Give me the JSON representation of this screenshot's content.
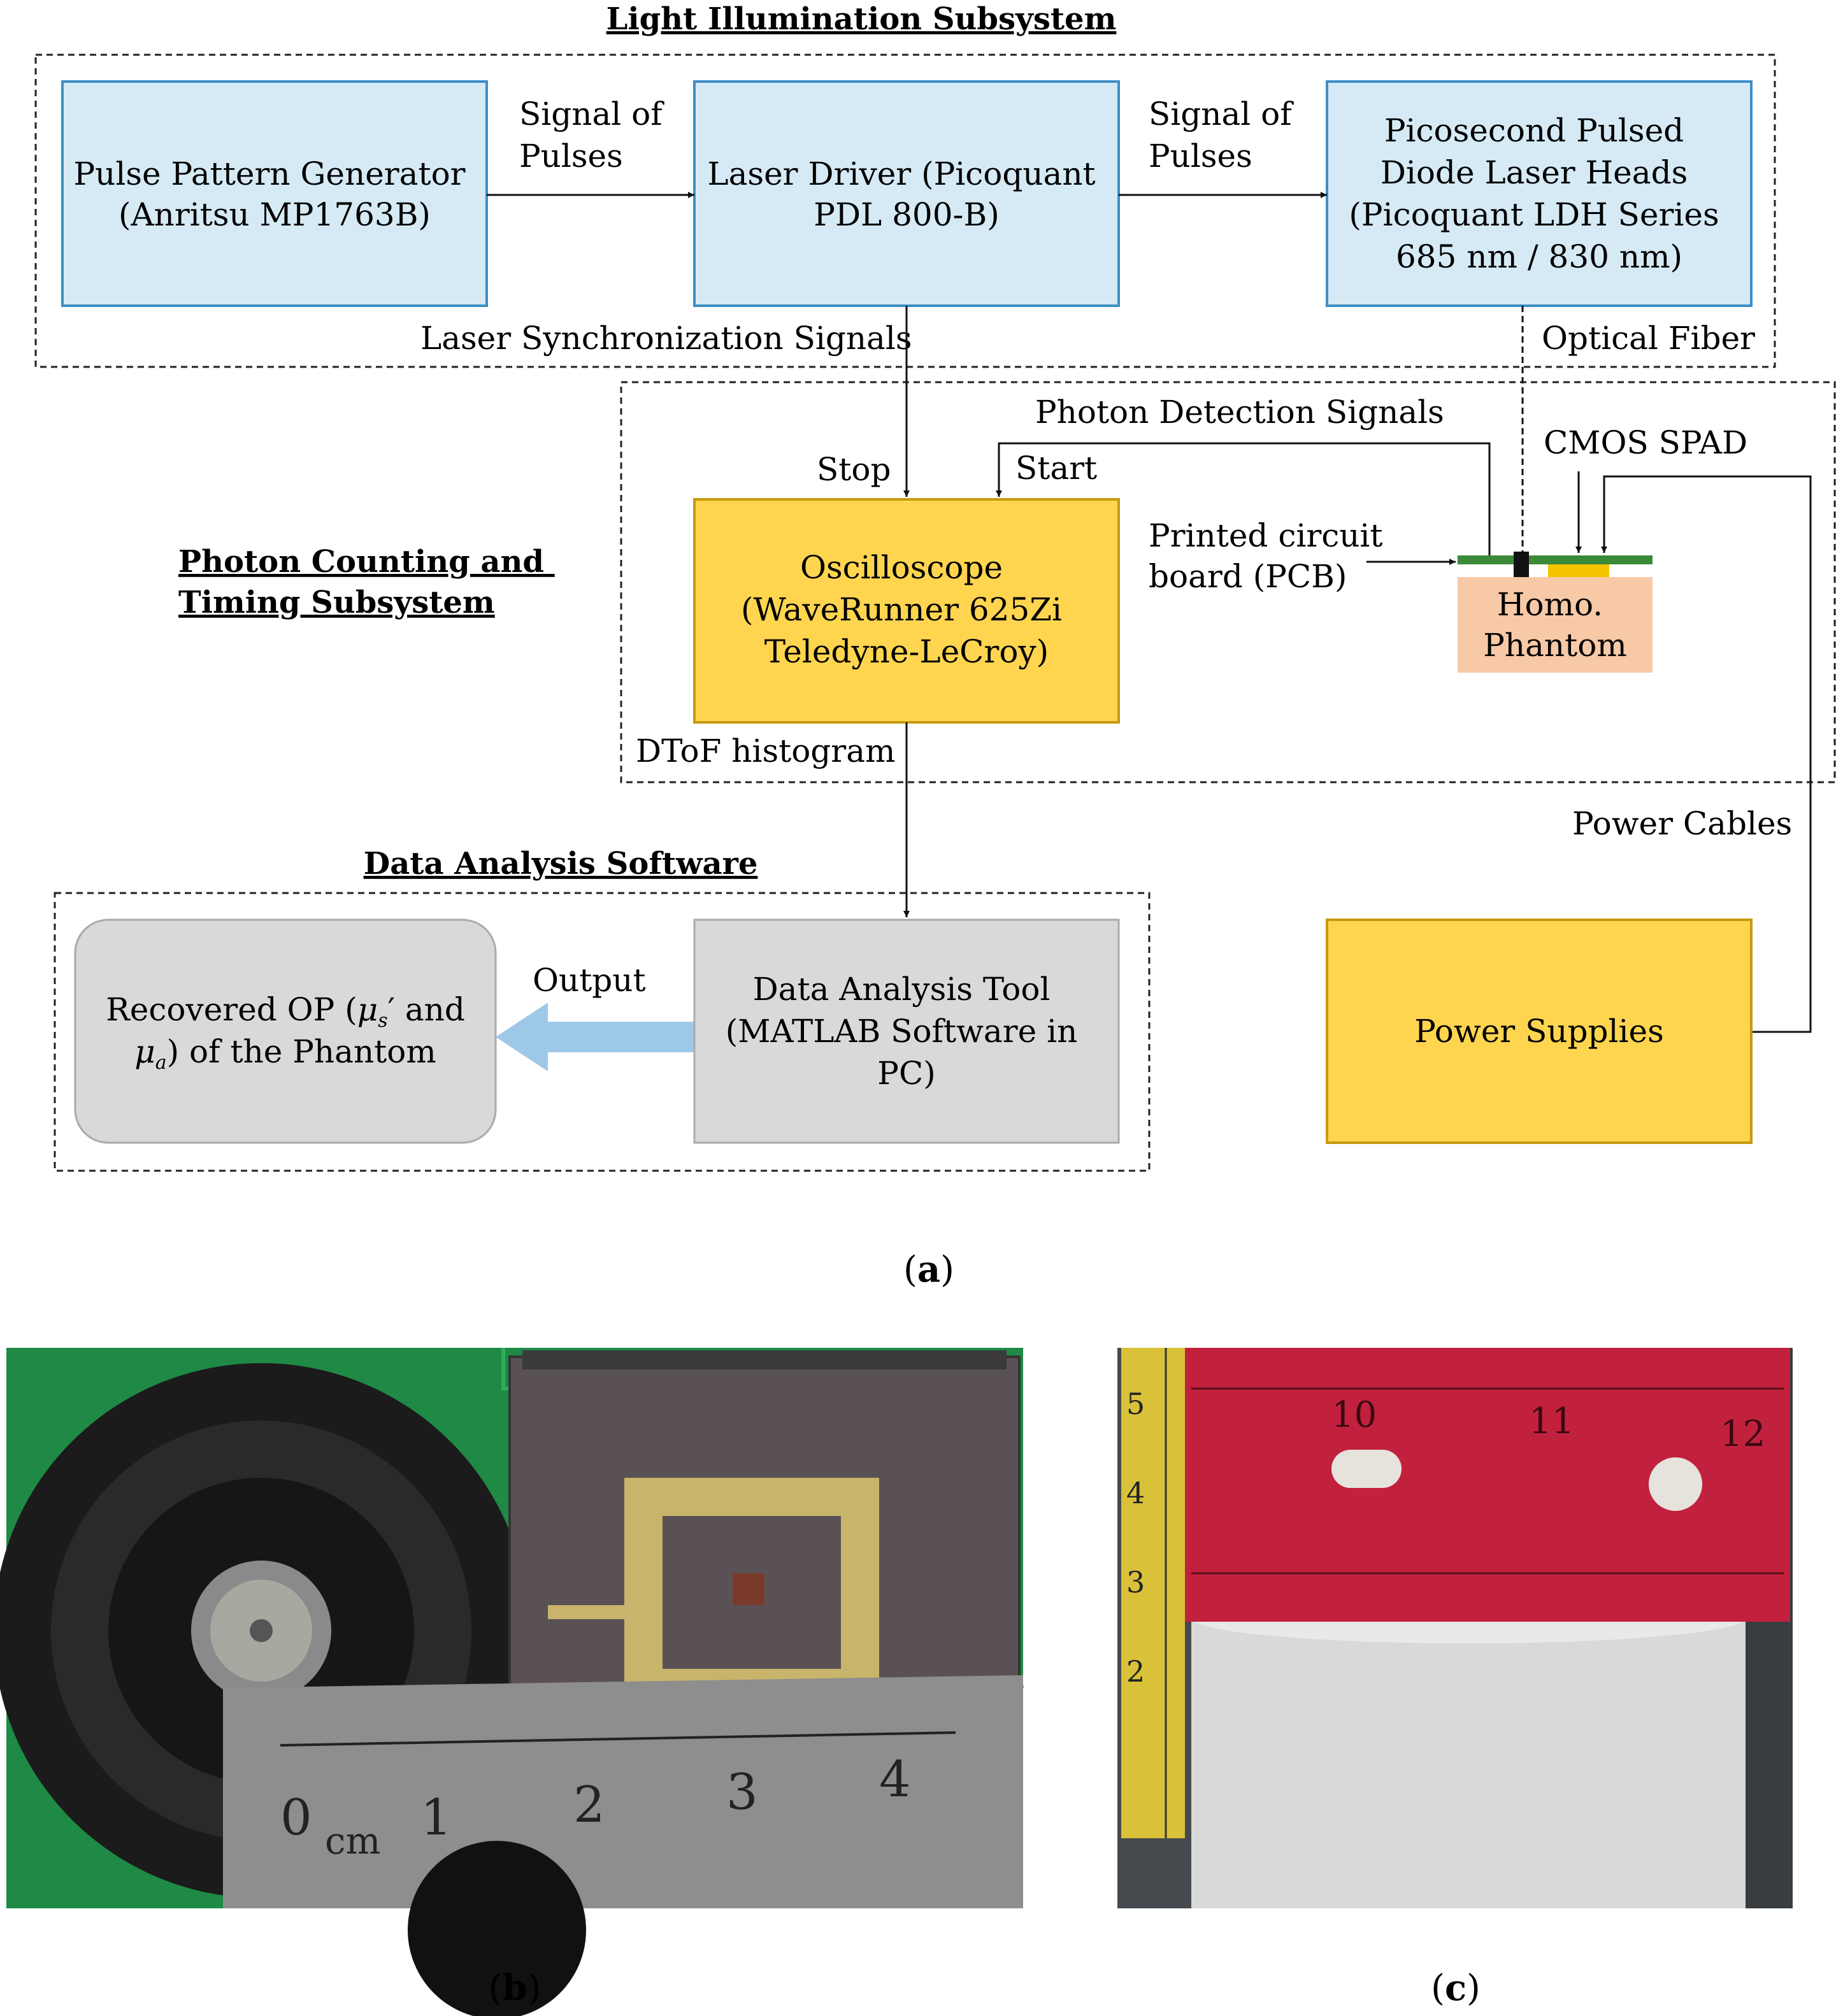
{
  "subsystems": {
    "light": "Light Illumination Subsystem",
    "photon_line1": "Photon Counting and",
    "photon_line2": "Timing Subsystem",
    "analysis": "Data Analysis Software"
  },
  "boxes": {
    "pulse_generator": [
      "Pulse Pattern Generator",
      "(Anritsu MP1763B)"
    ],
    "laser_driver": [
      "Laser Driver (Picoquant",
      "PDL 800-B)"
    ],
    "laser_heads": [
      "Picosecond Pulsed",
      "Diode Laser Heads",
      "(Picoquant LDH Series",
      "685 nm / 830 nm)"
    ],
    "oscilloscope": [
      "Oscilloscope",
      "(WaveRunner 625Zi",
      "Teledyne-LeCroy)"
    ],
    "phantom": [
      "Homo.",
      "Phantom"
    ],
    "analysis_tool": [
      "Data Analysis Tool",
      "(MATLAB Software in",
      "PC)"
    ],
    "recovered": {
      "line1_a": "Recovered OP (",
      "mu": "μ",
      "s": "s",
      "prime_and": "′ and",
      "a": "a",
      "line2_rest": ") of the Phantom"
    },
    "power_supplies": "Power Supplies"
  },
  "labels": {
    "signal_of_1": "Signal of",
    "pulses_1": "Pulses",
    "signal_of_2": "Signal of",
    "pulses_2": "Pulses",
    "laser_sync": "Laser Synchronization Signals",
    "optical_fiber": "Optical Fiber",
    "photon_detection": "Photon Detection Signals",
    "cmos_spad": "CMOS SPAD",
    "stop": "Stop",
    "start": "Start",
    "pcb_line1": "Printed circuit",
    "pcb_line2": "board (PCB)",
    "dtof": "DToF histogram",
    "power_cables": "Power Cables",
    "output": "Output"
  },
  "captions": {
    "a": "a",
    "b": "b",
    "c": "c"
  },
  "colors": {
    "blue_box": "#d6eaf5",
    "blue_border": "#3d8fc6",
    "yellow_box": "#ffd54f",
    "yellow_border": "#c69a10",
    "gray_box": "#d9d9d9",
    "phantom": "#f8c9a7",
    "pcb_green": "#3a8a3a",
    "output_arrow": "#9ec8e8"
  }
}
